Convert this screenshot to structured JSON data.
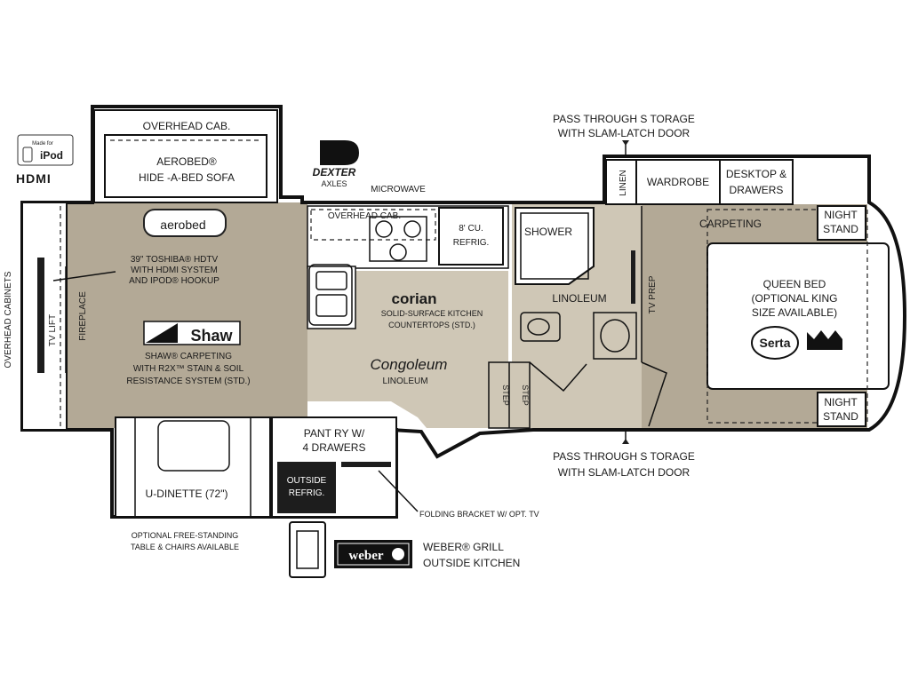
{
  "logos": {
    "ipod_top": "Made for",
    "ipod_main": "iPod",
    "hdmi": "HDMI",
    "dexter": "DEXTER",
    "dexter_sub": "AXLES",
    "aerobed": "aerobed",
    "shaw": "Shaw",
    "corian": "corian",
    "congoleum": "Congoleum",
    "serta": "Serta",
    "weber": "weber"
  },
  "labels": {
    "overhead_cab_top": "OVERHEAD  CAB.",
    "aerobed_sofa_1": "AEROBED®",
    "aerobed_sofa_2": "HIDE -A-BED SOFA",
    "microwave": "MICROWAVE",
    "overhead_cab_kitchen": "OVERHEAD CAB.",
    "refrig_1": "8' CU.",
    "refrig_2": "REFRIG.",
    "shower": "SHOWER",
    "pass_top_1": "PASS THROUGH S TORAGE",
    "pass_top_2": "WITH SLAM-LATCH DOOR",
    "linen": "LINEN",
    "wardrobe": "WARDROBE",
    "desk_1": "DESKTOP &",
    "desk_2": "DRAWERS",
    "carpeting": "CARPETING",
    "night_top_1": "NIGHT",
    "night_top_2": "STAND",
    "queen_1": "QUEEN BED",
    "queen_2": "(OPTIONAL KING",
    "queen_3": "SIZE AVAILABLE)",
    "linoleum_bath": "LINOLEUM",
    "tv_prep": "TV PREP",
    "night_bot_1": "NIGHT",
    "night_bot_2": "STAND",
    "overhead_cabinets": "OVERHEAD CABINETS",
    "tv_lift": "TV LIFT",
    "fireplace": "FIREPLACE",
    "hdtv_1": "39\"  TOSHIBA® HDTV",
    "hdtv_2": "WITH  HDMI SYSTEM",
    "hdtv_3": "AND IPOD® HOOKUP",
    "shaw_1": "SHAW® CARPETING",
    "shaw_2": "WITH R2X™ STAIN & SOIL",
    "shaw_3": "RESISTANCE SYSTEM (STD.)",
    "corian_1": "SOLID-SURFACE KITCHEN",
    "corian_2": "COUNTERTOPS (STD.)",
    "congoleum_lino": "LINOLEUM",
    "step_1": "STEP",
    "step_2": "STEP",
    "pass_bot_1": "PASS THROUGH S TORAGE",
    "pass_bot_2": "WITH SLAM-LATCH DOOR",
    "pantry_1": "PANT RY W/",
    "pantry_2": "4 DRAWERS",
    "outside_refrig_1": "OUTSIDE",
    "outside_refrig_2": "REFRIG.",
    "dinette": "U-DINETTE (72\")",
    "optional_1": "OPTIONAL FREE-STANDING",
    "optional_2": "TABLE & CHAIRS AVAILABLE",
    "folding": "FOLDING BRACKET W/ OPT. TV",
    "weber_1": "WEBER® GRILL",
    "weber_2": "OUTSIDE KITCHEN"
  }
}
